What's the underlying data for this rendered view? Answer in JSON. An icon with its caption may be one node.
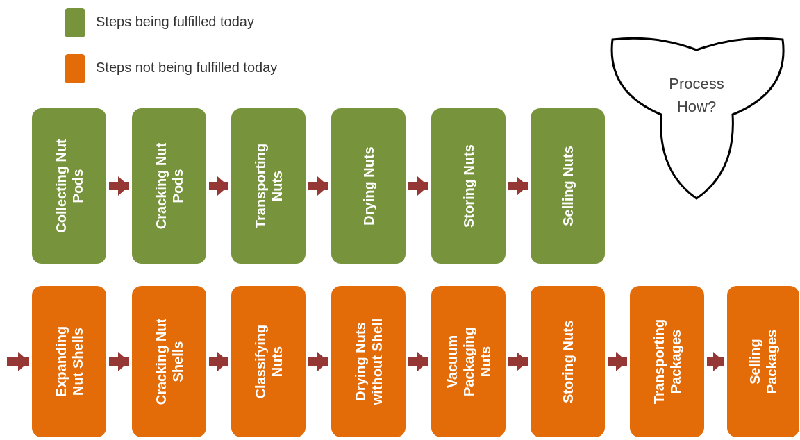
{
  "diagram": {
    "nodes": [
      {
        "text": [
          "Collecting Nut Pods"
        ]
      },
      {
        "text": [
          "Cracking Nut Pods"
        ]
      },
      {
        "text": [
          "Transporting Nuts"
        ]
      },
      {
        "text": [
          "Drying Nuts"
        ]
      },
      {
        "text": [
          "Storing Nuts"
        ]
      },
      {
        "text": [
          "Selling Nuts"
        ]
      },
      {
        "text": [
          "Expanding Nut Shells"
        ]
      },
      {
        "text": [
          "Cracking Nut Shells"
        ]
      },
      {
        "text": [
          "Classifying Nuts"
        ]
      },
      {
        "text": [
          "Drying Nuts without Shell"
        ]
      },
      {
        "text": [
          "Vacuum Packaging Nuts"
        ]
      },
      {
        "text": [
          "Storing Nuts"
        ]
      },
      {
        "text": [
          "Transporting Packages"
        ]
      },
      {
        "text": [
          "Selling Packages"
        ]
      },
      {
        "text": [
          "Process How?"
        ]
      }
    ],
    "edges": [
      {
        "from": 0,
        "to": 1,
        "arrow": "to"
      },
      {
        "from": 1,
        "to": 2,
        "arrow": "to"
      },
      {
        "from": 2,
        "to": 3,
        "arrow": "to"
      },
      {
        "from": 3,
        "to": 4,
        "arrow": "to"
      },
      {
        "from": 4,
        "to": 5,
        "arrow": "to"
      },
      {
        "from": null,
        "to": 6,
        "arrow": "to"
      },
      {
        "from": 6,
        "to": 7,
        "arrow": "to"
      },
      {
        "from": 7,
        "to": 8,
        "arrow": "to"
      },
      {
        "from": 8,
        "to": 9,
        "arrow": "to"
      },
      {
        "from": 9,
        "to": 10,
        "arrow": "to"
      },
      {
        "from": 10,
        "to": 11,
        "arrow": "to"
      },
      {
        "from": 11,
        "to": 12,
        "arrow": "to"
      },
      {
        "from": 12,
        "to": 13,
        "arrow": "to"
      }
    ],
    "legend": [
      {
        "text": "Steps being fulfilled today",
        "color": "#77933c"
      },
      {
        "text": "Steps not being fulfilled today",
        "color": "#e36c09"
      }
    ]
  }
}
